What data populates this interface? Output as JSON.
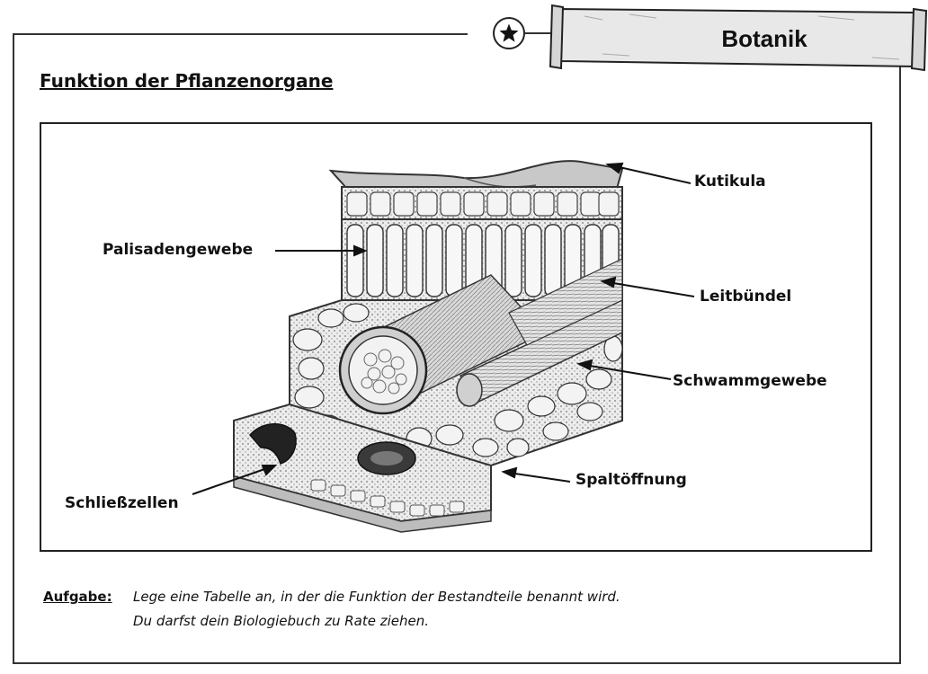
{
  "header": {
    "subject_title": "Botanik",
    "star_icon": "star-icon"
  },
  "page": {
    "heading": "Funktion der Pflanzenorgane"
  },
  "figure": {
    "labels": {
      "kutikula": "Kutikula",
      "palisadengewebe": "Palisadengewebe",
      "leitbuendel": "Leitbündel",
      "schwammgewebe": "Schwammgewebe",
      "spaltoeffnung": "Spaltöffnung",
      "schliesszellen": "Schließzellen"
    }
  },
  "task": {
    "label": "Aufgabe",
    "lines": [
      "Lege eine Tabelle an, in der die Funktion der Bestandteile benannt wird.",
      "Du darfst dein Biologiebuch zu Rate ziehen."
    ]
  }
}
